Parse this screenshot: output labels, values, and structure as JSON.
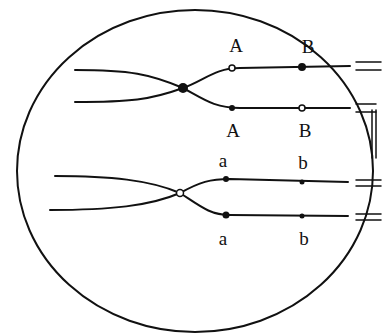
{
  "diagram": {
    "labels": [
      "A",
      "B",
      "A",
      "B",
      "a",
      "b",
      "a",
      "b"
    ]
  }
}
